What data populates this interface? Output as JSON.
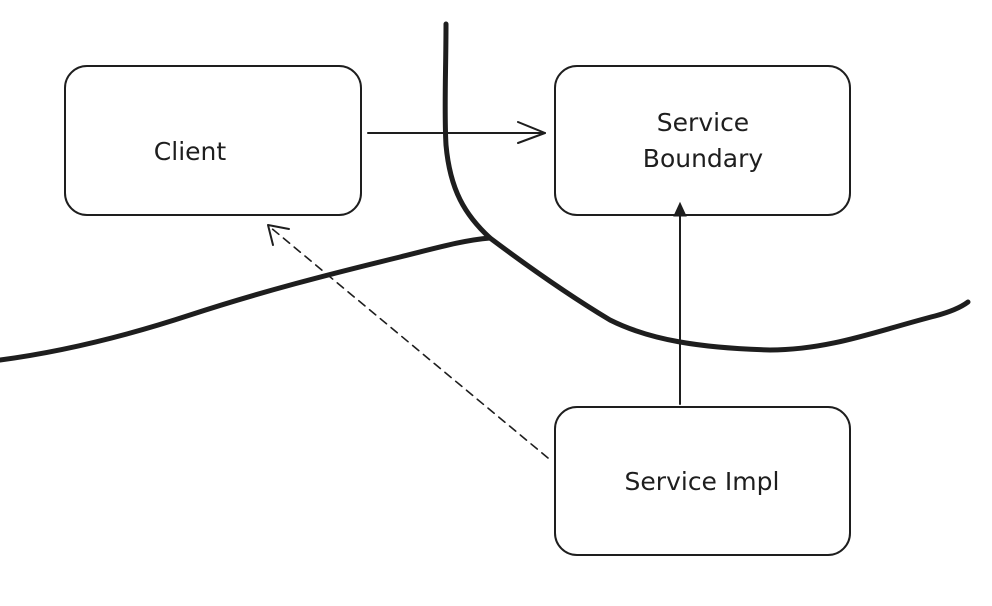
{
  "diagram": {
    "nodes": {
      "client": {
        "label": "Client"
      },
      "service_boundary": {
        "label_line1": "Service",
        "label_line2": "Boundary"
      },
      "service_impl": {
        "label": "Service Impl"
      }
    },
    "edges": [
      {
        "from": "client",
        "to": "service_boundary",
        "style": "solid"
      },
      {
        "from": "service_impl",
        "to": "service_boundary",
        "style": "solid"
      },
      {
        "from": "service_impl",
        "to": "client",
        "style": "dashed"
      }
    ],
    "colors": {
      "stroke": "#1e1e1e",
      "background": "#ffffff"
    }
  }
}
